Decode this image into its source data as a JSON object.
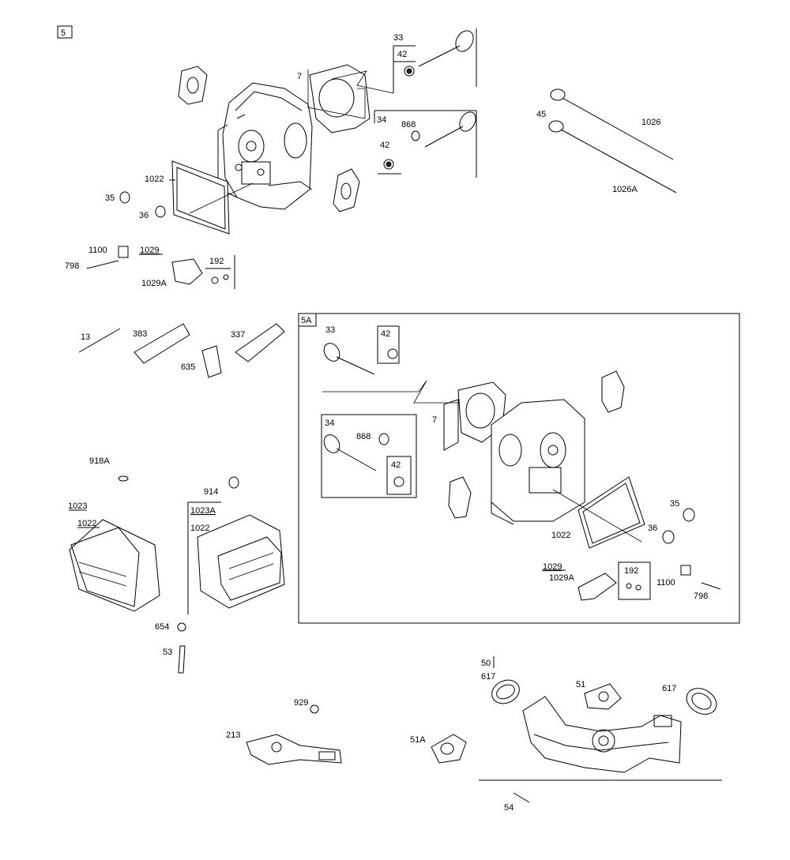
{
  "sections": {
    "s5": "5",
    "s5a": "5A"
  },
  "labels": {
    "l33a": "33",
    "l42a": "42",
    "l7a": "7",
    "l34a": "34",
    "l868a": "868",
    "l42b": "42",
    "l1022a": "1022",
    "l35a": "35",
    "l36a": "36",
    "l1100a": "1100",
    "l1029a": "1029",
    "l192a": "192",
    "l798a": "798",
    "l1029Aa": "1029A",
    "l45": "45",
    "l1026": "1026",
    "l1026A": "1026A",
    "l13": "13",
    "l383": "383",
    "l337": "337",
    "l635": "635",
    "l918A": "918A",
    "l914": "914",
    "l1023": "1023",
    "l1022b": "1022",
    "l1023A": "1023A",
    "l1022c": "1022",
    "l654": "654",
    "l53": "53",
    "l33b": "33",
    "l42c": "42",
    "l7b": "7",
    "l34b": "34",
    "l868b": "868",
    "l42d": "42",
    "l35b": "35",
    "l36b": "36",
    "l1022d": "1022",
    "l1029b": "1029",
    "l1029Ab": "1029A",
    "l192b": "192",
    "l1100b": "1100",
    "l798b": "798",
    "l50": "50",
    "l617a": "617",
    "l51": "51",
    "l617b": "617",
    "l929": "929",
    "l213": "213",
    "l51A": "51A",
    "l54": "54"
  }
}
